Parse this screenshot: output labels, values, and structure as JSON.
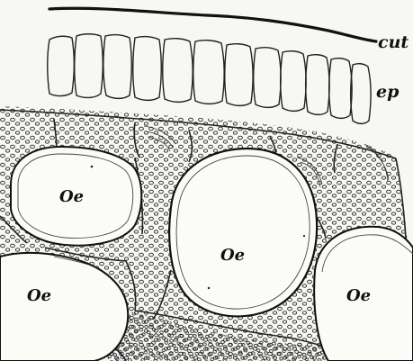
{
  "figure": {
    "labels": {
      "cuticle": "cut",
      "epidermis": "ep",
      "oil_cell_left_top": "Oe",
      "oil_cell_center": "Oe",
      "oil_cell_left_bottom": "Oe",
      "oil_cell_right": "Oe"
    },
    "colors": {
      "background": "#f7f7f3",
      "ink": "#111111"
    }
  }
}
